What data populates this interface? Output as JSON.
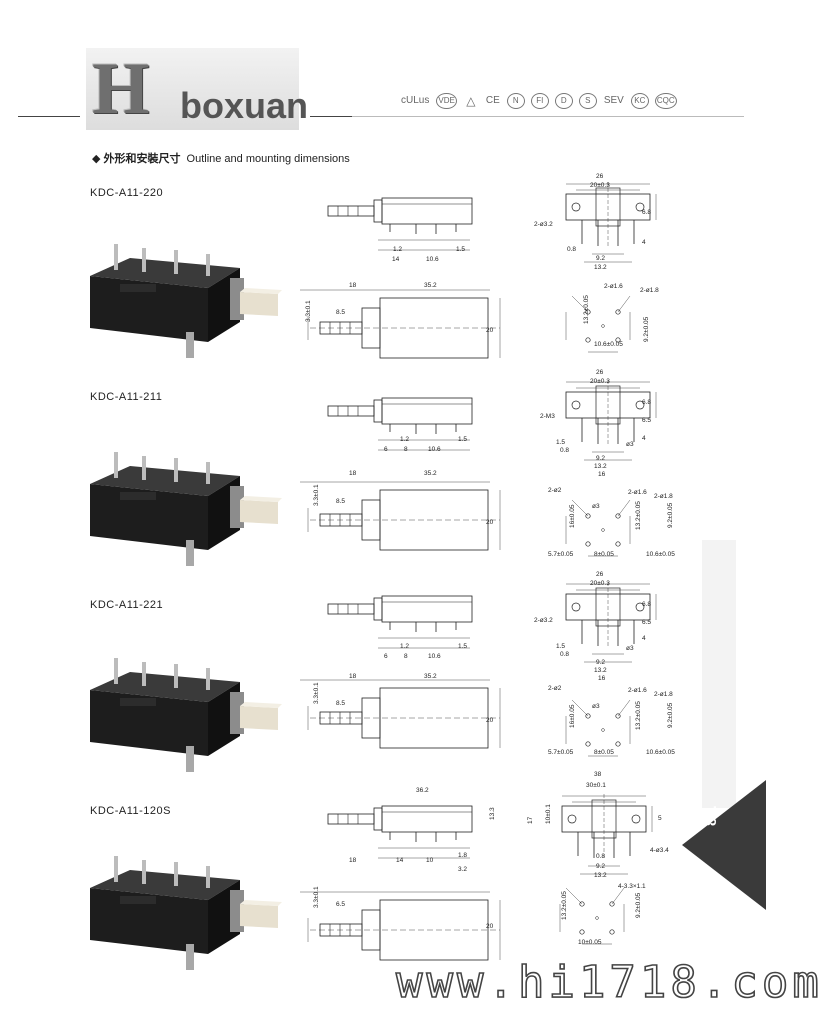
{
  "header": {
    "logo_letter": "H",
    "logo_word": "boxuan",
    "certifications": [
      "cULus",
      "VDE",
      "△",
      "CE",
      "N",
      "FI",
      "D",
      "S",
      "SEV",
      "KC",
      "CQC"
    ]
  },
  "section": {
    "title_zh": "外形和安裝尺寸",
    "title_en": "Outline and mounting dimensions"
  },
  "products": [
    {
      "model": "KDC-A11-220",
      "side_dims": [
        "1.2",
        "14",
        "10.6",
        "1.5"
      ],
      "top_dims": [
        "18",
        "35.2",
        "3.3±0.1",
        "8.5",
        "20"
      ],
      "front_dims": [
        "26",
        "20±0.3",
        "2-ø3.2",
        "6.8",
        "4",
        "0.8",
        "9.2",
        "13.2"
      ],
      "hole_dims": [
        "2-ø1.6",
        "2-ø1.8",
        "13.2±0.05",
        "10.6±0.05",
        "9.2±0.05"
      ]
    },
    {
      "model": "KDC-A11-211",
      "side_dims": [
        "1.2",
        "6",
        "8",
        "10.6",
        "1.5"
      ],
      "top_dims": [
        "18",
        "35.2",
        "3.3±0.1",
        "8.5",
        "20"
      ],
      "front_dims": [
        "26",
        "20±0.3",
        "2-M3",
        "6.8",
        "6.5",
        "4",
        "1.5",
        "0.8",
        "ø3",
        "9.2",
        "13.2",
        "16"
      ],
      "hole_dims": [
        "2-ø2",
        "2-ø1.6",
        "2-ø1.8",
        "ø3",
        "16±0.05",
        "13.2±0.05",
        "9.2±0.05",
        "5.7±0.05",
        "8±0.05",
        "10.6±0.05"
      ]
    },
    {
      "model": "KDC-A11-221",
      "side_dims": [
        "1.2",
        "6",
        "8",
        "10.6",
        "1.5"
      ],
      "top_dims": [
        "18",
        "35.2",
        "3.3±0.1",
        "8.5",
        "20"
      ],
      "front_dims": [
        "26",
        "20±0.3",
        "2-ø3.2",
        "6.8",
        "6.5",
        "4",
        "1.5",
        "0.8",
        "ø3",
        "9.2",
        "13.2",
        "16"
      ],
      "hole_dims": [
        "2-ø2",
        "2-ø1.6",
        "2-ø1.8",
        "ø3",
        "16±0.05",
        "13.2±0.05",
        "9.2±0.05",
        "5.7±0.05",
        "8±0.05",
        "10.6±0.05"
      ]
    },
    {
      "model": "KDC-A11-120S",
      "side_dims": [
        "36.2",
        "13.3",
        "1.8",
        "18",
        "14",
        "10",
        "3.2"
      ],
      "top_dims": [
        "3.3±0.1",
        "6.5",
        "20"
      ],
      "front_dims": [
        "38",
        "30±0.1",
        "17",
        "10±0.1",
        "5",
        "4-ø3.4",
        "0.8",
        "9.2",
        "13.2"
      ],
      "hole_dims": [
        "4-3.3×1.1",
        "13.2±0.05",
        "9.2±0.05",
        "10±0.05"
      ]
    }
  ],
  "page_number": "88.",
  "watermark": "www.hi1718.com"
}
